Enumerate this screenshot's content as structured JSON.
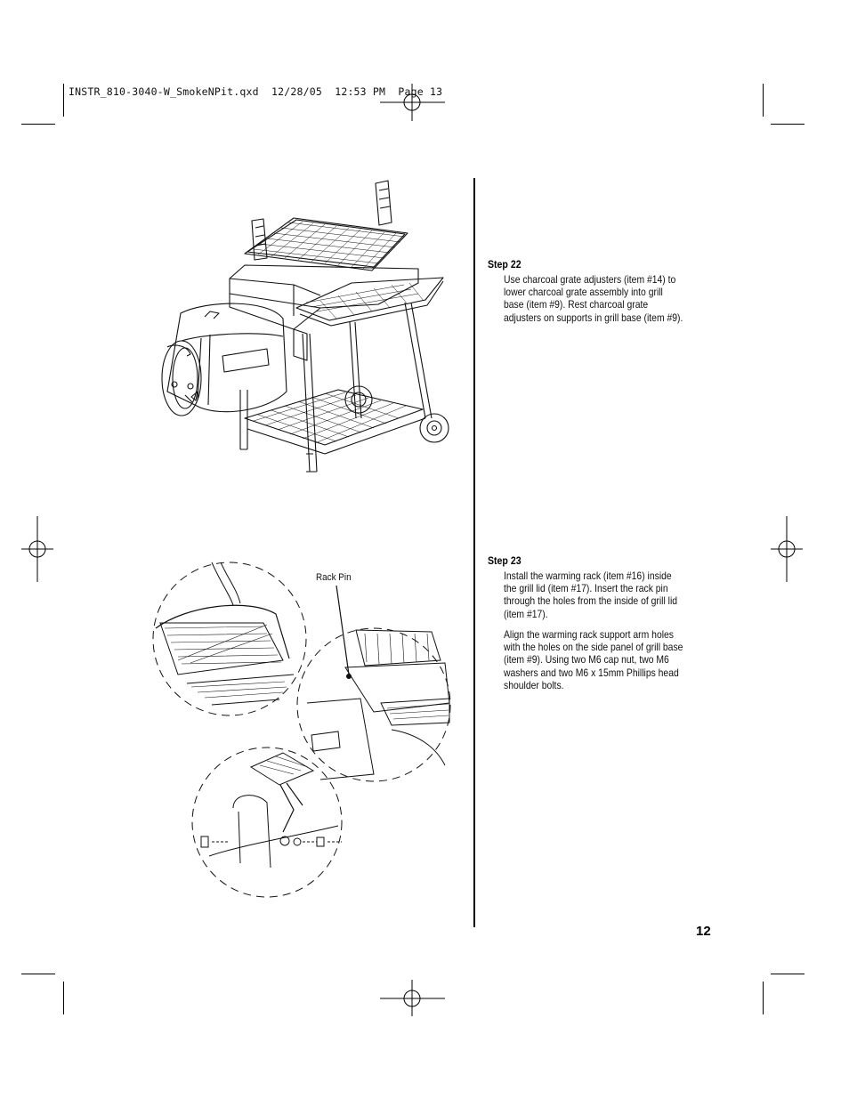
{
  "header": {
    "slug": "INSTR_810-3040-W_SmokeNPit.qxd  12/28/05  12:53 PM  Page 13"
  },
  "steps": [
    {
      "title": "Step 22",
      "paragraphs": [
        "Use charcoal grate adjusters (item #14) to lower charcoal grate assembly into grill base (item #9). Rest charcoal grate adjusters on supports in grill base (item #9)."
      ]
    },
    {
      "title": "Step 23",
      "paragraphs": [
        "Install the warming rack (item #16) inside the grill lid (item #17). Insert the rack pin through the holes from the inside of grill lid (item #17).",
        "Align the warming rack support arm holes with the holes on the side panel of grill base (item #9). Using two M6 cap nut, two M6 washers and two M6 x 15mm Phillips head shoulder bolts."
      ]
    }
  ],
  "figures": {
    "detail_callout": "Rack Pin"
  },
  "footer": {
    "page_number": "12"
  }
}
